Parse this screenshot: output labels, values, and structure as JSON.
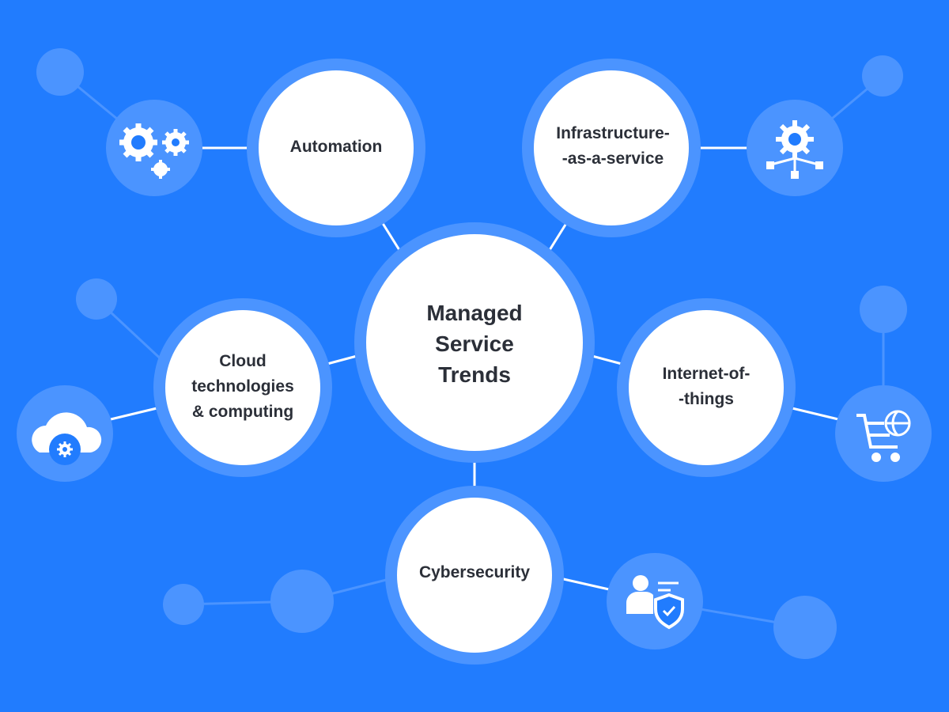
{
  "title": [
    "Managed",
    "Service",
    "Trends"
  ],
  "nodes": {
    "automation": [
      "Automation"
    ],
    "iaas": [
      "Infrastructure-",
      "-as-a-service"
    ],
    "cloud": [
      "Cloud",
      "technologies",
      "& computing"
    ],
    "iot": [
      "Internet-of-",
      "-things"
    ],
    "cybersecurity": [
      "Cybersecurity"
    ]
  },
  "icons": {
    "automation": "gears-icon",
    "iaas": "network-gear-icon",
    "cloud": "cloud-gear-icon",
    "iot": "shopping-cart-globe-icon",
    "cybersecurity": "user-shield-icon"
  },
  "colors": {
    "background": "#217cfe",
    "ring": "#4b94ff",
    "node": "#ffffff",
    "text": "#2b2f38"
  }
}
